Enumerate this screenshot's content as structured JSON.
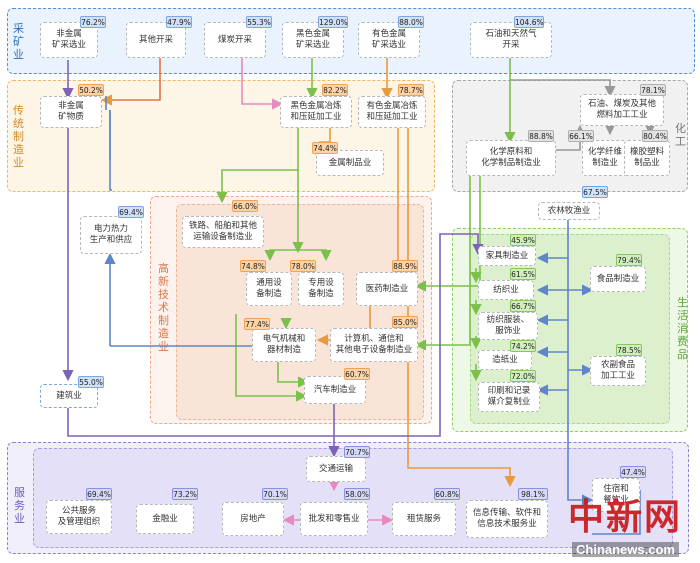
{
  "zones": {
    "mining": "采矿业",
    "traditional": "传统制造业",
    "hightech": "高新技术制造业",
    "chemical": "化工",
    "consumer": "生活消费品",
    "services": "服务业"
  },
  "nodes": {
    "nonmetal_mining": {
      "label": "非金属\n矿采选业",
      "value": "76.2%"
    },
    "other_mining": {
      "label": "其他开采",
      "value": "47.9%"
    },
    "coal": {
      "label": "煤炭开采",
      "value": "55.3%"
    },
    "ferrous_mining": {
      "label": "黑色金属\n矿采选业",
      "value": "129.0%"
    },
    "nonferrous_mining": {
      "label": "有色金属\n矿采选业",
      "value": "88.0%"
    },
    "oil_gas": {
      "label": "石油和天然气\n开采",
      "value": "104.6%"
    },
    "nonmetal_products": {
      "label": "非金属\n矿物质",
      "value": "50.2%"
    },
    "ferrous_smelt": {
      "label": "黑色金属冶炼\n和压延加工业",
      "value": "82.2%"
    },
    "nonferrous_smelt": {
      "label": "有色金属冶炼\n和压延加工业",
      "value": "78.7%"
    },
    "metal_products": {
      "label": "金属制品业",
      "value": "74.4%"
    },
    "petro_fuel": {
      "label": "石油、煤炭及其他\n燃料加工工业",
      "value": "78.1%"
    },
    "chem_materials": {
      "label": "化学原料和\n化学制品制造业",
      "value": "88.8%"
    },
    "chem_fiber": {
      "label": "化学纤维\n制造业",
      "value": "66.1%"
    },
    "rubber_plastic": {
      "label": "橡胶塑料\n制品业",
      "value": "80.4%"
    },
    "power": {
      "label": "电力热力\n生产和供应",
      "value": "69.4%"
    },
    "rail_ship": {
      "label": "铁路、船舶和其他\n运输设备制造业",
      "value": "66.0%"
    },
    "general_equip": {
      "label": "通用设\n备制造",
      "value": "74.8%"
    },
    "special_equip": {
      "label": "专用设\n备制造",
      "value": "78.0%"
    },
    "pharma": {
      "label": "医药制造业",
      "value": "88.9%"
    },
    "electrical": {
      "label": "电气机械和\n器材制造",
      "value": "77.4%"
    },
    "computer": {
      "label": "计算机、通信和\n其他电子设备制造业",
      "value": "85.0%"
    },
    "auto": {
      "label": "汽车制造业",
      "value": "60.7%"
    },
    "construction": {
      "label": "建筑业",
      "value": "55.0%"
    },
    "agriculture": {
      "label": "农林牧渔业",
      "value": "67.5%"
    },
    "furniture": {
      "label": "家具制造业",
      "value": "45.9%"
    },
    "textile": {
      "label": "纺织业",
      "value": "61.5%"
    },
    "apparel": {
      "label": "纺织服装、\n服饰业",
      "value": "66.7%"
    },
    "paper": {
      "label": "造纸业",
      "value": "74.2%"
    },
    "printing": {
      "label": "印刷和记录\n媒介复制业",
      "value": "72.0%"
    },
    "food_mfg": {
      "label": "食品制造业",
      "value": "79.4%"
    },
    "agri_food": {
      "label": "农副食品\n加工工业",
      "value": "78.5%"
    },
    "transport": {
      "label": "交通运输",
      "value": "70.7%"
    },
    "public_admin": {
      "label": "公共服务\n及管理组织",
      "value": "69.4%"
    },
    "finance": {
      "label": "金融业",
      "value": "73.2%"
    },
    "real_estate": {
      "label": "房地产",
      "value": "70.1%"
    },
    "wholesale_retail": {
      "label": "批发和零售业",
      "value": "58.0%"
    },
    "leasing": {
      "label": "租赁服务",
      "value": "60.8%"
    },
    "it_services": {
      "label": "信息传输、软件和\n信息技术服务业",
      "value": "98.1%"
    },
    "hospitality": {
      "label": "住宿和\n餐饮业",
      "value": "47.4%"
    }
  },
  "watermark": {
    "logo": "中新网",
    "site": "Chinanews.com"
  },
  "colors": {
    "mining_zone": "#4a90e2",
    "traditional_zone": "#f2b660",
    "hightech_zone": "#f0a888",
    "chemical_zone": "#a8a8a8",
    "consumer_zone": "#8ccf6a",
    "services_zone": "#8e7fd8",
    "orange_flow": "#e99a3f",
    "green_flow": "#7cc04c",
    "blue_flow": "#5f86c9",
    "purple_flow": "#7d63b8",
    "pink_flow": "#e88ac0"
  }
}
